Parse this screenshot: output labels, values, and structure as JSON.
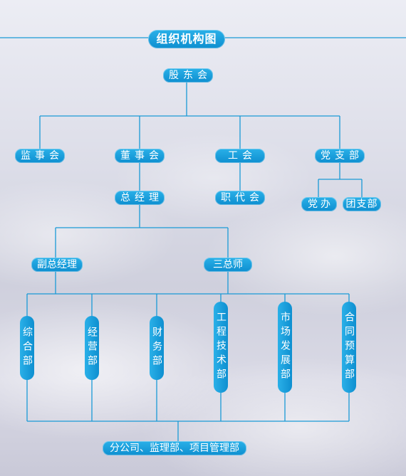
{
  "title": "组织机构图",
  "top": "股东会",
  "level2": [
    "监事会",
    "董事会",
    "工会",
    "党支部"
  ],
  "gm": "总经理",
  "union_sub": "职代会",
  "party_sub": [
    "党办",
    "团支部"
  ],
  "deputies": [
    "副总经理",
    "三总师"
  ],
  "departments": [
    "综合部",
    "经营部",
    "财务部",
    "工程技术部",
    "市场发展部",
    "合同预算部"
  ],
  "bottom": "分公司、监理部、项目管理部",
  "colors": {
    "box": "#0e8fd0",
    "line": "#1a9ad6",
    "text": "#ffffff"
  }
}
